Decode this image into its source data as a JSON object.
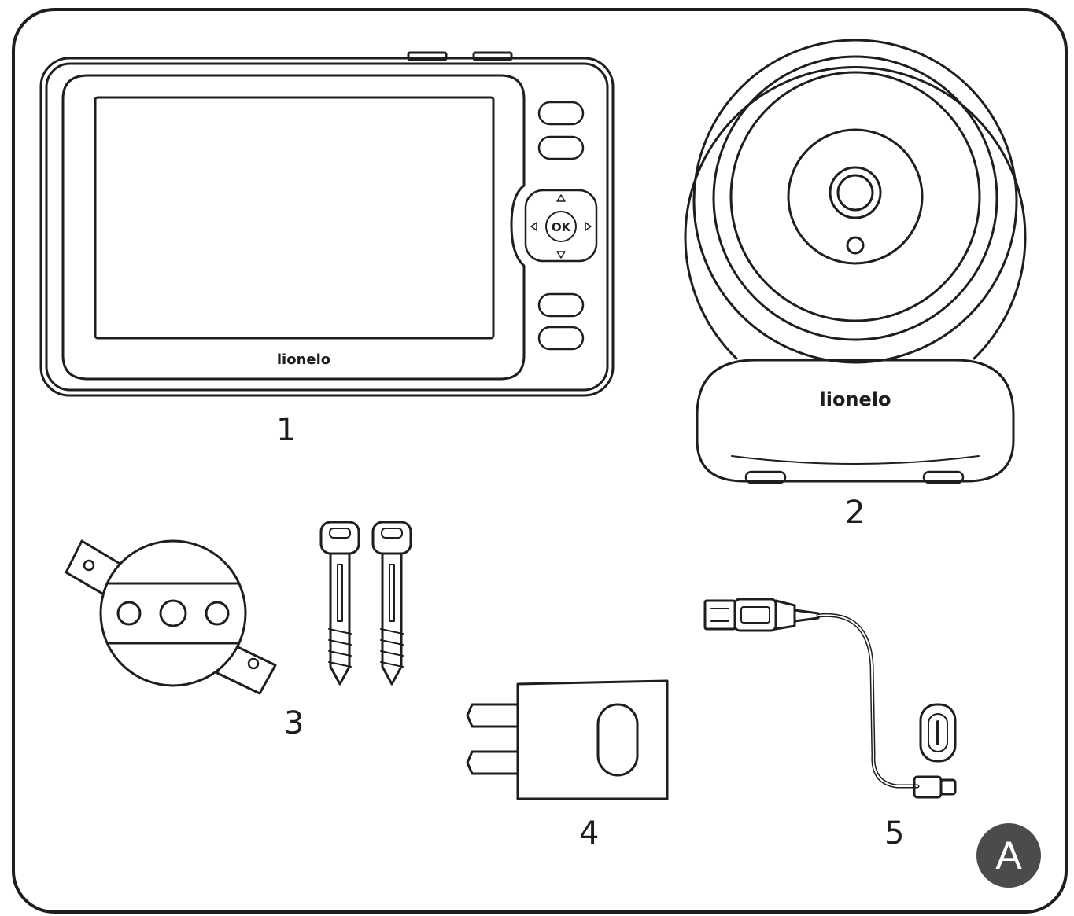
{
  "brand": "lionelo",
  "monitor": {
    "buttons": {
      "ok": "OK"
    }
  },
  "labels": {
    "monitor": "1",
    "camera": "2",
    "mount_kit": "3",
    "adapter": "4",
    "cable": "5"
  },
  "figure_badge": "A",
  "colors": {
    "line": "#1e1e1e",
    "badge": "#4b4b4b"
  }
}
